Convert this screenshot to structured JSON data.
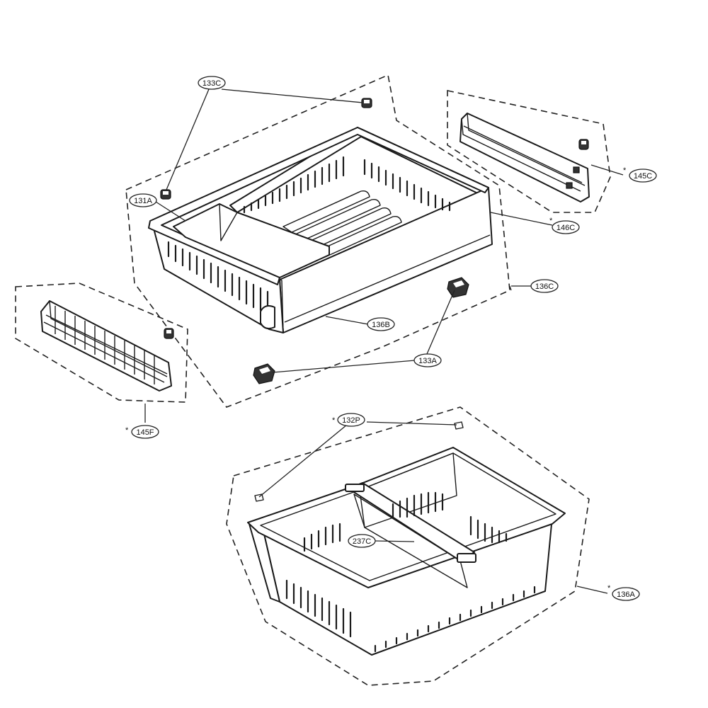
{
  "callouts": [
    {
      "id": "133C",
      "label": "133C"
    },
    {
      "id": "131A",
      "label": "131A"
    },
    {
      "id": "145C",
      "label": "145C",
      "star": true
    },
    {
      "id": "146C",
      "label": "146C",
      "star": true
    },
    {
      "id": "136C",
      "label": "136C"
    },
    {
      "id": "136B",
      "label": "136B"
    },
    {
      "id": "133A",
      "label": "133A"
    },
    {
      "id": "145F",
      "label": "145F",
      "star": true
    },
    {
      "id": "132P",
      "label": "132P",
      "star": true
    },
    {
      "id": "237C",
      "label": "237C"
    },
    {
      "id": "136A",
      "label": "136A",
      "star": true
    }
  ],
  "star_symbol": "*"
}
